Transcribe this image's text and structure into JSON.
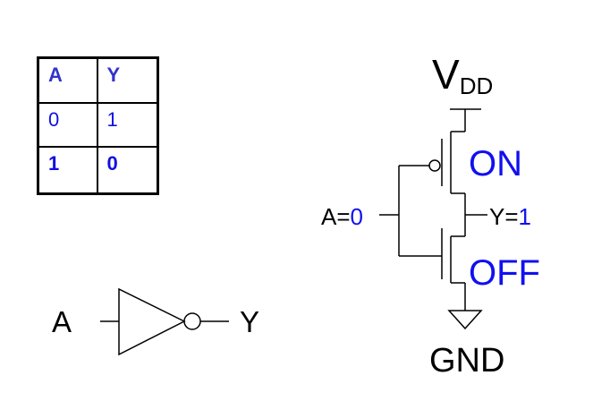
{
  "truth_table": {
    "headers": [
      "A",
      "Y"
    ],
    "rows": [
      {
        "a": "0",
        "y": "1"
      },
      {
        "a": "1",
        "y": "0"
      }
    ]
  },
  "gate_symbol": {
    "input_label": "A",
    "output_label": "Y"
  },
  "circuit": {
    "vdd_main": "V",
    "vdd_sub": "DD",
    "gnd_label": "GND",
    "input_name": "A=",
    "input_value": "0",
    "output_name": "Y=",
    "output_value": "1",
    "top_transistor_state": "ON",
    "bottom_transistor_state": "OFF"
  },
  "colors": {
    "wire": "#000000",
    "highlight": "#1010f0",
    "table_header": "#3333cc"
  }
}
